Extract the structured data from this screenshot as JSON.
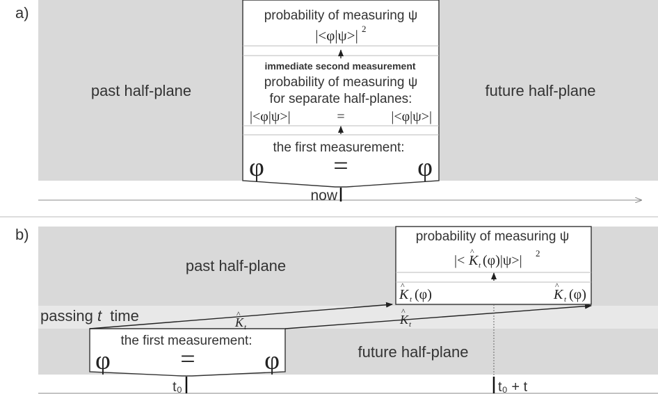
{
  "panel_a": {
    "label": "a)",
    "past": "past half-plane",
    "future": "future half-plane",
    "prob_title": "probability of measuring ψ",
    "prob_formula": "|<φ|ψ>|",
    "prob_exp": "2",
    "immediate": "immediate second measurement",
    "prob_line1": "probability of measuring ψ",
    "prob_line2": "for separate half-planes:",
    "left_abs": "|<φ|ψ>|",
    "eq": "=",
    "right_abs": "|<φ|ψ>|",
    "first_meas": "the first measurement:",
    "phi_left": "φ",
    "phi_eq": "=",
    "phi_right": "φ",
    "now": "now"
  },
  "panel_b": {
    "label": "b)",
    "past": "past half-plane",
    "future": "future half-plane",
    "passing_pre": "passing ",
    "passing_t": "t",
    "passing_post": "  time",
    "prob_title": "probability of measuring ψ",
    "prob_formula_pre": "|<",
    "K": "K",
    "t_sub": "t",
    "prob_formula_post": "(φ)|ψ>|",
    "prob_exp": "2",
    "Kphi": "(φ)",
    "first_meas": "the first measurement:",
    "phi_left": "φ",
    "phi_eq": "=",
    "phi_right": "φ",
    "t0": "t₀",
    "t0_plus_t": "t₀ + t"
  },
  "colors": {
    "band": "#d9d9d9",
    "strip": "#e8e8e8",
    "line": "#333333"
  }
}
